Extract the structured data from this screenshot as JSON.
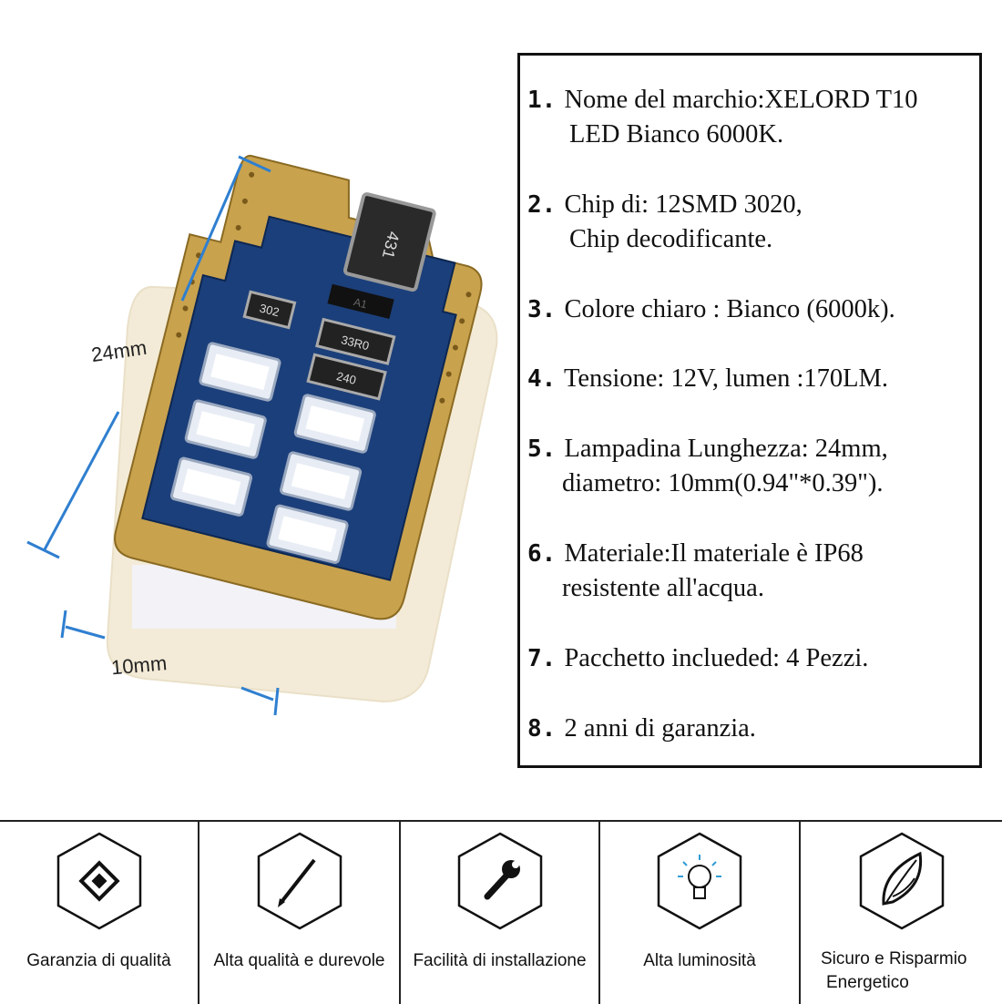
{
  "dimensions": {
    "length": "24mm",
    "width": "10mm"
  },
  "product": {
    "resistor_top": "431",
    "resistor_mid1": "302",
    "resistor_mid2": "33R0",
    "resistor_mid3": "240",
    "diode": "A1"
  },
  "specs": [
    {
      "num": "1.",
      "line1": "Nome del marchio:XELORD T10",
      "line2": " LED Bianco 6000K."
    },
    {
      "num": "2.",
      "line1": "Chip di: 12SMD 3020,",
      "line2": " Chip decodificante."
    },
    {
      "num": "3.",
      "line1": " Colore chiaro : Bianco (6000k).",
      "line2": ""
    },
    {
      "num": "4.",
      "line1": "Tensione: 12V,  lumen :170LM.",
      "line2": ""
    },
    {
      "num": "5.",
      "line1": "Lampadina Lunghezza: 24mm,",
      "line2": "diametro: 10mm(0.94\"*0.39\")."
    },
    {
      "num": "6.",
      "line1": "Materiale:Il materiale è IP68",
      "line2": "resistente all'acqua."
    },
    {
      "num": "7.",
      "line1": "Pacchetto inclueded: 4 Pezzi.",
      "line2": ""
    },
    {
      "num": "8.",
      "line1": "2 anni di garanzia.",
      "line2": ""
    }
  ],
  "features": [
    {
      "label": "Garanzia di qualità",
      "icon": "chip-icon"
    },
    {
      "label": "Alta qualità e durevole",
      "icon": "pen-icon"
    },
    {
      "label": "Facilità di installazione",
      "icon": "wrench-icon"
    },
    {
      "label": "Alta luminosità",
      "icon": "lightbulb-icon"
    },
    {
      "label": "Sicuro e Risparmio Energetico",
      "label_line1": "Sicuro e Risparmio",
      "label_line2": "Energetico",
      "icon": "leaf-icon"
    }
  ]
}
